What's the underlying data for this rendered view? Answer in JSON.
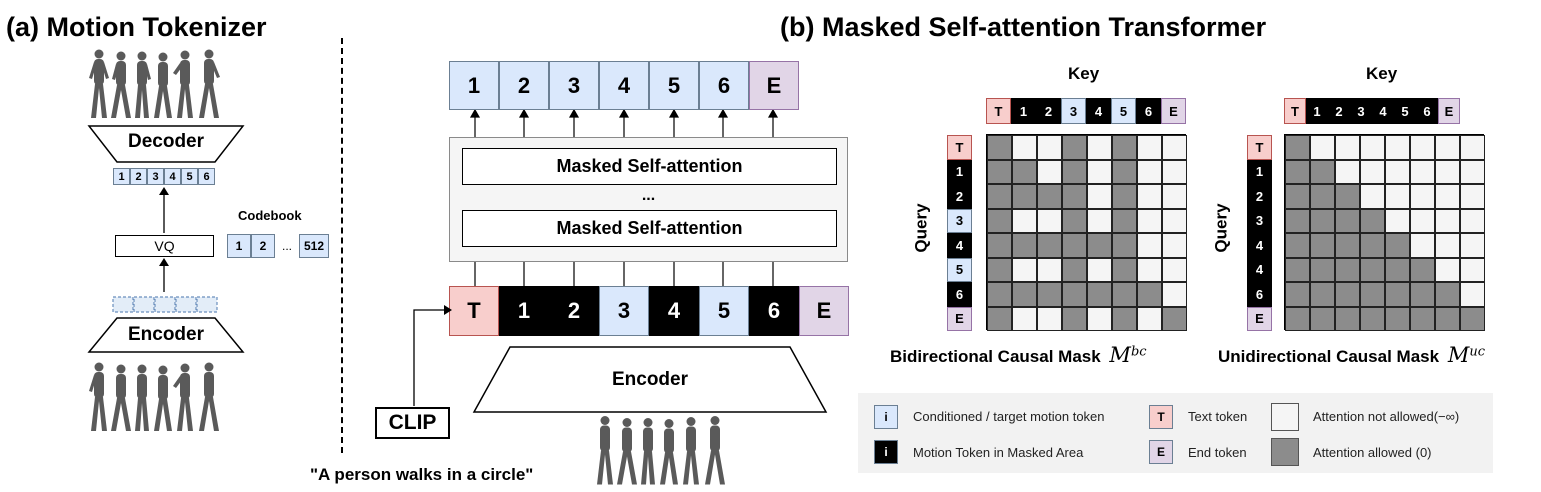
{
  "panel_a": {
    "title": "(a) Motion Tokenizer",
    "decoder_label": "Decoder",
    "encoder_label": "Encoder",
    "vq_label": "VQ",
    "codebook_label": "Codebook",
    "decoded_tokens": [
      "1",
      "2",
      "3",
      "4",
      "5",
      "6"
    ],
    "codebook_entries": [
      "1",
      "2",
      "...",
      "512"
    ]
  },
  "panel_b": {
    "title": "(b) Masked Self-attention Transformer",
    "output_tokens": [
      "1",
      "2",
      "3",
      "4",
      "5",
      "6",
      "E"
    ],
    "attention_layer_1": "Masked Self-attention",
    "attention_ellipsis": "...",
    "attention_layer_2": "Masked Self-attention",
    "input_tokens": [
      "T",
      "1",
      "2",
      "3",
      "4",
      "5",
      "6",
      "E"
    ],
    "encoder_label": "Encoder",
    "clip_label": "CLIP",
    "caption": "\"A person walks in a circle\""
  },
  "masks": {
    "key_label": "Key",
    "query_label": "Query",
    "bidirectional": {
      "title": "Bidirectional Causal Mask",
      "symbol": "M",
      "superscript": "bc",
      "key_tokens": [
        "T",
        "1",
        "2",
        "3",
        "4",
        "5",
        "6",
        "E"
      ],
      "query_tokens": [
        "T",
        "1",
        "2",
        "3",
        "4",
        "5",
        "6",
        "E"
      ],
      "matrix": [
        [
          1,
          0,
          0,
          1,
          0,
          1,
          0,
          0
        ],
        [
          1,
          1,
          0,
          1,
          0,
          1,
          0,
          0
        ],
        [
          1,
          1,
          1,
          1,
          0,
          1,
          0,
          0
        ],
        [
          1,
          0,
          0,
          1,
          0,
          1,
          0,
          0
        ],
        [
          1,
          1,
          1,
          1,
          1,
          1,
          0,
          0
        ],
        [
          1,
          0,
          0,
          1,
          0,
          1,
          0,
          0
        ],
        [
          1,
          1,
          1,
          1,
          1,
          1,
          1,
          0
        ],
        [
          1,
          0,
          0,
          1,
          0,
          1,
          0,
          1
        ]
      ]
    },
    "unidirectional": {
      "title": "Unidirectional Causal Mask",
      "symbol": "M",
      "superscript": "uc",
      "key_tokens": [
        "T",
        "1",
        "2",
        "3",
        "4",
        "5",
        "6",
        "E"
      ],
      "query_tokens": [
        "T",
        "1",
        "2",
        "3",
        "4",
        "4",
        "6",
        "E"
      ],
      "matrix": [
        [
          1,
          0,
          0,
          0,
          0,
          0,
          0,
          0
        ],
        [
          1,
          1,
          0,
          0,
          0,
          0,
          0,
          0
        ],
        [
          1,
          1,
          1,
          0,
          0,
          0,
          0,
          0
        ],
        [
          1,
          1,
          1,
          1,
          0,
          0,
          0,
          0
        ],
        [
          1,
          1,
          1,
          1,
          1,
          0,
          0,
          0
        ],
        [
          1,
          1,
          1,
          1,
          1,
          1,
          0,
          0
        ],
        [
          1,
          1,
          1,
          1,
          1,
          1,
          1,
          0
        ],
        [
          1,
          1,
          1,
          1,
          1,
          1,
          1,
          1
        ]
      ]
    }
  },
  "legend": {
    "i_symbol": "i",
    "t_symbol": "T",
    "e_symbol": "E",
    "conditioned": "Conditioned / target motion token",
    "text_token": "Text token",
    "not_allowed": "Attention not allowed(−∞)",
    "masked_area": "Motion Token in Masked Area",
    "end_token": "End token",
    "allowed": "Attention allowed (0)"
  },
  "colors": {
    "motion_token": "#dae8fc",
    "masked_token": "#000000",
    "text_token": "#f8cecc",
    "end_token": "#e1d5e7",
    "allowed": "#8c8c8c",
    "not_allowed": "#f5f5f5"
  },
  "icons": [
    "walking-figure-sequence",
    "arrow-up",
    "arrow-right"
  ]
}
